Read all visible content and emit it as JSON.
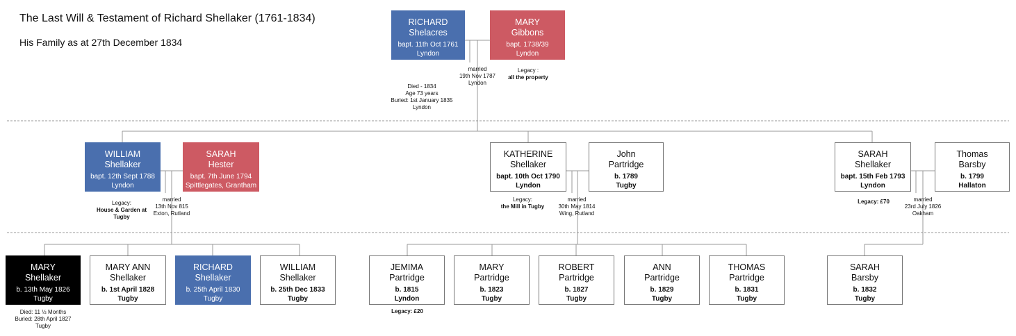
{
  "header": {
    "title": "The Last Will & Testament of Richard Shellaker (1761-1834)",
    "subtitle": "His Family as at 27th December 1834"
  },
  "colors": {
    "male_highlight": "#4a6fae",
    "female_highlight": "#cd5a63",
    "deceased": "#000000",
    "lines": "#999999"
  },
  "generation1": {
    "richard": {
      "first": "RICHARD",
      "last": "Shelacres",
      "info1": "bapt. 11th Oct 1761",
      "info2": "Lyndon"
    },
    "mary": {
      "first": "MARY",
      "last": "Gibbons",
      "info1": "bapt. 1738/39",
      "info2": "Lyndon"
    },
    "marriage": {
      "label": "married",
      "date": "19th Nov 1787",
      "place": "Lyndon"
    },
    "death": {
      "l1": "Died - 1834",
      "l2": "Age 73 years",
      "l3": "Buried: 1st January 1835",
      "l4": "Lyndon"
    },
    "mary_legacy": {
      "label": "Legacy :",
      "value": "all the property"
    }
  },
  "generation2": {
    "william": {
      "first": "WILLIAM",
      "last": "Shellaker",
      "info1": "bapt. 12th Sept 1788",
      "info2": "Lyndon"
    },
    "sarah_hester": {
      "first": "SARAH",
      "last": "Hester",
      "info1": "bapt. 7th June 1794",
      "info2": "Spittlegates, Grantham"
    },
    "william_legacy": {
      "label": "Legacy:",
      "l1": "House & Garden at",
      "l2": "Tugby"
    },
    "william_marriage": {
      "label": "married",
      "date": "13th Nov 815",
      "place": "Exton, Rutland"
    },
    "katherine": {
      "first": "KATHERINE",
      "last": "Shellaker",
      "info1": "bapt. 10th Oct 1790",
      "info2": "Lyndon"
    },
    "john": {
      "first": "John",
      "last": "Partridge",
      "info1": "b. 1789",
      "info2": "Tugby"
    },
    "katherine_legacy": {
      "label": "Legacy:",
      "value": "the Mill in Tugby"
    },
    "katherine_marriage": {
      "label": "married",
      "date": "30th May 1814",
      "place": "Wing, Rutland"
    },
    "sarah": {
      "first": "SARAH",
      "last": "Shellaker",
      "info1": "bapt. 15th Feb 1793",
      "info2": "Lyndon"
    },
    "thomas": {
      "first": "Thomas",
      "last": "Barsby",
      "info1": "b. 1799",
      "info2": "Hallaton"
    },
    "sarah_legacy": {
      "text": "Legacy: £70"
    },
    "sarah_marriage": {
      "label": "married",
      "date": "23rd July 1826",
      "place": "Oakham"
    }
  },
  "generation3": {
    "mary_shellaker": {
      "first": "MARY",
      "last": "Shellaker",
      "info1": "b. 13th May 1826",
      "info2": "Tugby"
    },
    "mary_death": {
      "l1": "Died: 11 ½ Months",
      "l2": "Buried: 28th April 1827",
      "l3": "Tugby"
    },
    "mary_ann": {
      "first": "MARY ANN",
      "last": "Shellaker",
      "info1": "b.  1st April 1828",
      "info2": "Tugby"
    },
    "richard_shellaker": {
      "first": "RICHARD",
      "last": "Shellaker",
      "info1": "b. 25th April 1830",
      "info2": "Tugby"
    },
    "william_shellaker": {
      "first": "WILLIAM",
      "last": "Shellaker",
      "info1": "b. 25th Dec 1833",
      "info2": "Tugby"
    },
    "jemima": {
      "first": "JEMIMA",
      "last": "Partridge",
      "info1": "b. 1815",
      "info2": "Lyndon"
    },
    "jemima_legacy": {
      "text": "Legacy: £20"
    },
    "mary_partridge": {
      "first": "MARY",
      "last": "Partridge",
      "info1": "b. 1823",
      "info2": "Tugby"
    },
    "robert": {
      "first": "ROBERT",
      "last": "Partridge",
      "info1": "b. 1827",
      "info2": "Tugby"
    },
    "ann": {
      "first": "ANN",
      "last": "Partridge",
      "info1": "b. 1829",
      "info2": "Tugby"
    },
    "thomas_partridge": {
      "first": "THOMAS",
      "last": "Partridge",
      "info1": "b. 1831",
      "info2": "Tugby"
    },
    "sarah_barsby": {
      "first": "SARAH",
      "last": "Barsby",
      "info1": "b. 1832",
      "info2": "Tugby"
    }
  }
}
